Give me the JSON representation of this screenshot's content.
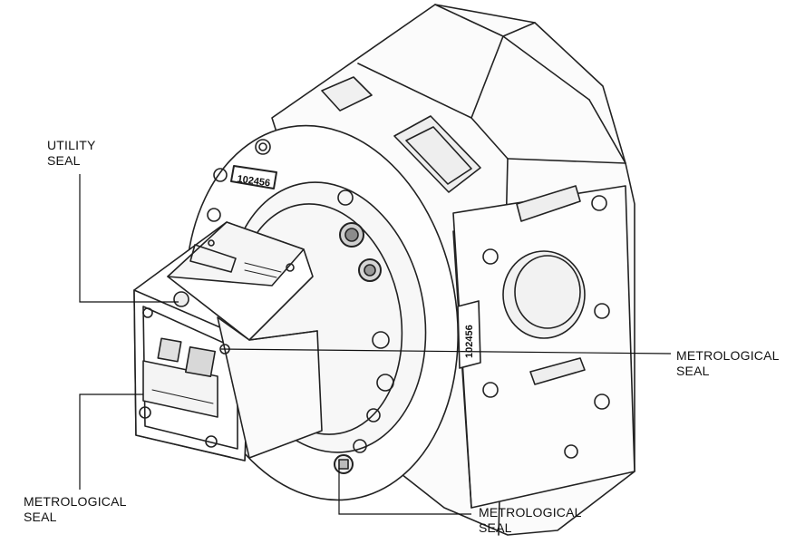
{
  "labels": {
    "utility_seal": {
      "line1": "UTILITY",
      "line2": "SEAL"
    },
    "metrological_seal_right": {
      "line1": "METROLOGICAL",
      "line2": "SEAL"
    },
    "metrological_seal_left": {
      "line1": "METROLOGICAL",
      "line2": "SEAL"
    },
    "metrological_seal_bottom": {
      "line1": "METROLOGICAL",
      "line2": "SEAL"
    }
  },
  "markings": {
    "flange_plate": "102456",
    "side_plate": "102456"
  },
  "colors": {
    "ink": "#111111",
    "line": "#222222",
    "paper": "#ffffff",
    "shade": "#e6e6e6"
  }
}
